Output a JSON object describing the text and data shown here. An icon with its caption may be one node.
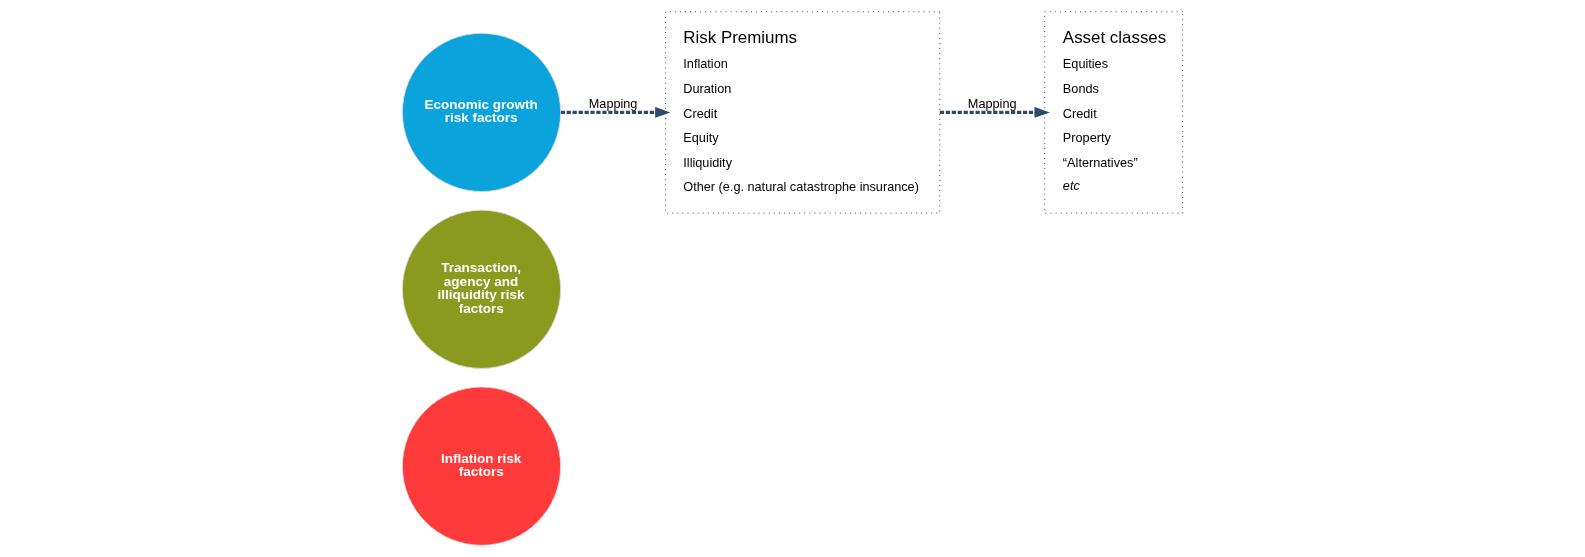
{
  "diagram": {
    "nodes": [
      {
        "text": [
          "Inflation risk factors"
        ]
      },
      {
        "text": [
          "Transaction, agency and illiquidity risk factors"
        ]
      },
      {
        "text": [
          "Economic growth risk factors"
        ]
      },
      {
        "text": [
          "Risk Premiums",
          "Inflation",
          "Duration",
          "Credit",
          "Equity",
          "Illiquidity",
          "Other (e.g. natural catastrophe insurance)"
        ]
      },
      {
        "text": [
          "Asset classes",
          "Equities",
          "Bonds",
          "Credit",
          "Property",
          "“Alternatives”",
          "etc"
        ]
      }
    ],
    "edges": [
      {
        "from": 2,
        "to": 3,
        "arrow": "to",
        "label": "Mapping",
        "style": "dashed"
      },
      {
        "from": 3,
        "to": 4,
        "arrow": "to",
        "label": "Mapping",
        "style": "dashed"
      }
    ]
  }
}
